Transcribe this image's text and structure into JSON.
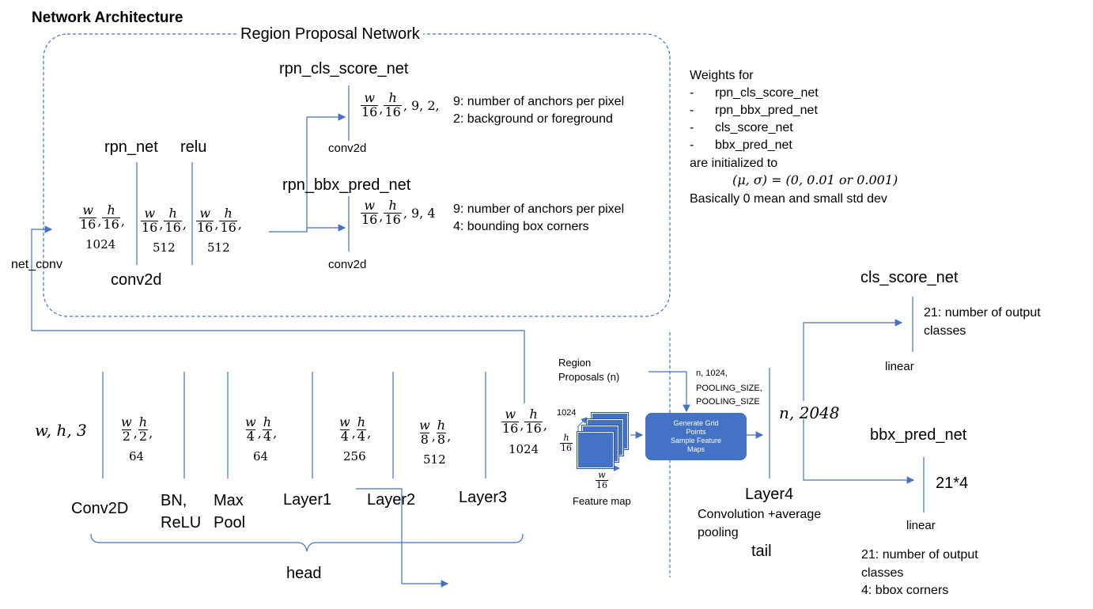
{
  "title": "Network Architecture",
  "rpn": {
    "label": "Region Proposal Network",
    "rpn_net": "rpn_net",
    "relu": "relu",
    "conv2d": "conv2d",
    "in_dim_extra": "1024",
    "rpn_net_dim": "512",
    "relu_dim": "512",
    "cls_title": "rpn_cls_score_net",
    "cls_suffix": ", 9, 2,",
    "cls_layer": "conv2d",
    "cls_note1": "9: number of anchors per pixel",
    "cls_note2": "2: background or foreground",
    "bbx_title": "rpn_bbx_pred_net",
    "bbx_suffix": ", 9, 4",
    "bbx_layer": "conv2d",
    "bbx_note1": "9: number of anchors per pixel",
    "bbx_note2": "4: bounding box corners"
  },
  "weights": {
    "heading": "Weights for",
    "items": [
      "rpn_cls_score_net",
      "rpn_bbx_pred_net",
      "cls_score_net",
      "bbx_pred_net"
    ],
    "initialized": "are initialized to",
    "formula": "(μ, σ) = (0, 0.01 or 0.001)",
    "note": "Basically 0 mean and small std dev"
  },
  "net_conv": "net_conv",
  "head": {
    "input": "w, h, 3",
    "conv_dim": "64",
    "pool_dim": "64",
    "layer1_dim": "256",
    "layer2_dim": "512",
    "layer3_dim": "1024",
    "labels": {
      "conv2d": "Conv2D",
      "bn1": "BN,",
      "bn2": "ReLU",
      "max1": "Max",
      "max2": "Pool",
      "layer1": "Layer1",
      "layer2": "Layer2",
      "layer3": "Layer3"
    },
    "brace_label": "head"
  },
  "roi": {
    "region1": "Region",
    "region2": "Proposals (n)",
    "fm_1024": "1024",
    "fm_label": "Feature map",
    "gen1": "Generate Grid",
    "gen2": "Points",
    "gen3": "Sample Feature",
    "gen4": "Maps",
    "pool1": "n, 1024,",
    "pool2": "POOLING_SIZE,",
    "pool3": "POOLING_SIZE"
  },
  "tail": {
    "dim": "n, 2048",
    "layer4": "Layer4",
    "desc1": "Convolution +average",
    "desc2": "pooling",
    "label": "tail",
    "cls_title": "cls_score_net",
    "cls_note1": "21: number of output",
    "cls_note2": "classes",
    "cls_layer": "linear",
    "bbx_title": "bbx_pred_net",
    "bbx_out": "21*4",
    "bbx_layer": "linear",
    "bbx_note1": "21: number of output",
    "bbx_note2": "classes",
    "bbx_note3": "4: bbox corners"
  },
  "colors": {
    "line": "#4472c4",
    "box_fill": "#4472c4",
    "box_edge": "#2f5597"
  }
}
